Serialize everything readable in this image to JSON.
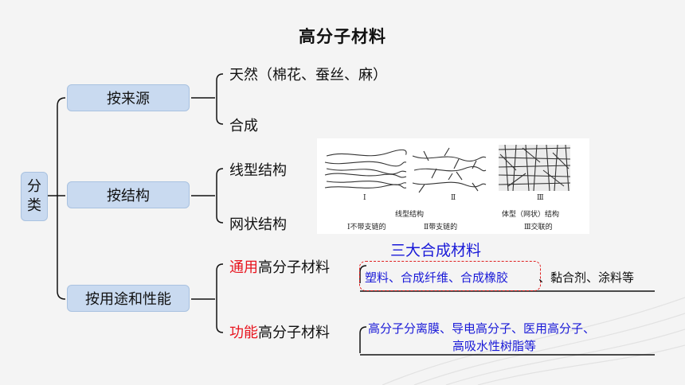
{
  "title": "高分子材料",
  "root": {
    "char1": "分",
    "char2": "类"
  },
  "branches": {
    "source": {
      "label": "按来源",
      "items": [
        "天然（棉花、蚕丝、麻）",
        "合成"
      ]
    },
    "structure": {
      "label": "按结构",
      "items": [
        "线型结构",
        "网状结构"
      ],
      "figure": {
        "numerals": [
          "Ⅰ",
          "Ⅱ",
          "Ⅲ"
        ],
        "caption_left": "线型结构",
        "caption_right": "体型（网状）结构",
        "sub1": "Ⅰ不带支链的",
        "sub2": "Ⅱ带支链的",
        "sub3": "Ⅲ交联的"
      }
    },
    "usage": {
      "label": "按用途和性能",
      "general": {
        "prefix": "通用",
        "suffix": "高分子材料",
        "three_big": "三大合成材料",
        "highlight": "塑料、合成纤维、合成橡胶",
        "rest": "、黏合剂、涂料等"
      },
      "functional": {
        "prefix": "功能",
        "suffix": "高分子材料",
        "line1": "高分子分离膜、导电高分子、医用高分子、",
        "line2": "高吸水性树脂等"
      }
    }
  },
  "colors": {
    "box_fill": "#c9daf0",
    "emphasis_red": "#e8141e",
    "emphasis_blue": "#1a1ad8"
  }
}
